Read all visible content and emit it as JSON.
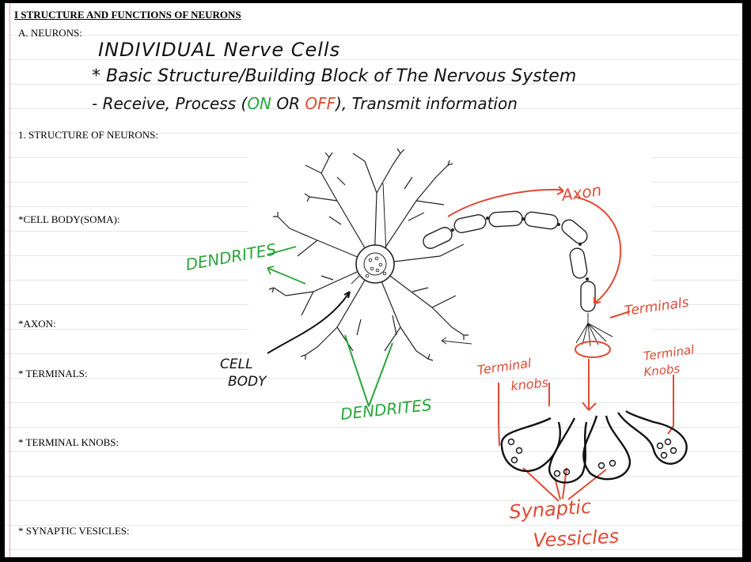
{
  "header": {
    "title": "I STRUCTURE AND FUNCTIONS OF NEURONS"
  },
  "section_a": {
    "label": "A. NEURONS:",
    "handwritten_line1": "INDIVIDUAL Nerve Cells",
    "handwritten_line2": "* Basic Structure/Building Block of The Nervous System",
    "handwritten_line3_prefix": "- Receive, Process (",
    "on_text": "ON",
    "or_text": " OR ",
    "off_text": "OFF",
    "handwritten_line3_suffix": "), Transmit information"
  },
  "worksheet_labels": {
    "structure": "1. STRUCTURE OF NEURONS:",
    "cell_body": "*CELL BODY(SOMA):",
    "axon": "*AXON:",
    "terminals": "* TERMINALS:",
    "terminal_knobs": "* TERMINAL KNOBS:",
    "synaptic_vesicles": "* SYNAPTIC VESICLES:"
  },
  "annotations": {
    "dendrites_left": "DENDRITES",
    "dendrites_bottom": "DENDRITES",
    "cell_body_1": "CELL",
    "cell_body_2": "BODY",
    "axon": "Axon",
    "terminals": "Terminals",
    "terminal_knobs_left_1": "Terminal",
    "terminal_knobs_left_2": "knobs",
    "terminal_knobs_right_1": "Terminal",
    "terminal_knobs_right_2": "Knobs",
    "synaptic_vesicles_1": "Synaptic",
    "synaptic_vesicles_2": "Vessicles"
  },
  "colors": {
    "green_ink": "#2aa53a",
    "red_ink": "#e04a34",
    "black_ink": "#111111",
    "margin": "#e7a3ad"
  }
}
